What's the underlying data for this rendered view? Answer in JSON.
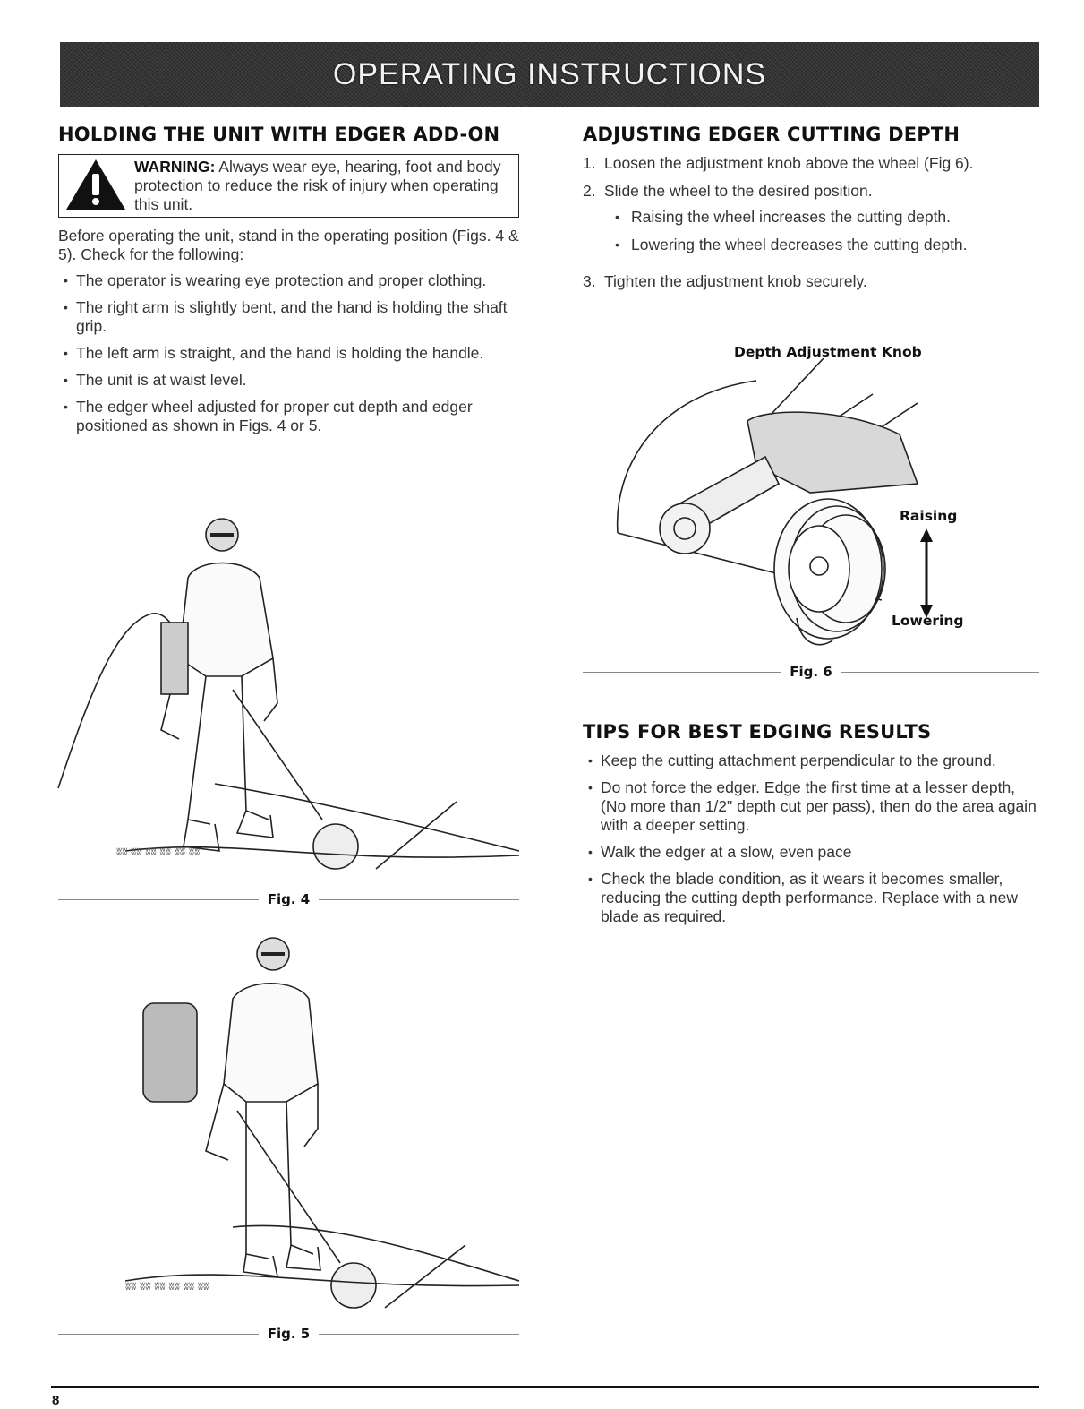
{
  "banner": {
    "title": "OPERATING INSTRUCTIONS"
  },
  "left": {
    "heading": "HOLDING THE UNIT WITH EDGER ADD-ON",
    "warning": {
      "label": "WARNING:",
      "text": " Always wear eye, hearing, foot and body protection to reduce the risk of injury when operating this unit."
    },
    "intro": "Before operating the unit, stand in the operating position (Figs. 4 & 5). Check for the following:",
    "bullets": [
      "The operator is wearing eye protection and proper clothing.",
      "The right arm is slightly bent, and the hand is holding the shaft grip.",
      "The left arm is straight, and the hand is holding the handle.",
      "The unit is at waist level.",
      "The edger wheel adjusted for proper cut depth and edger positioned as shown in Figs. 4 or 5."
    ],
    "fig4_caption": "Fig. 4",
    "fig5_caption": "Fig. 5"
  },
  "right": {
    "heading": "ADJUSTING EDGER CUTTING DEPTH",
    "steps": [
      {
        "num": "1.",
        "text": "Loosen the adjustment knob above the wheel (Fig 6)."
      },
      {
        "num": "2.",
        "text": "Slide the wheel to the desired position.",
        "sub": [
          "Raising the wheel increases the cutting depth.",
          "Lowering the wheel decreases the cutting depth."
        ]
      },
      {
        "num": "3.",
        "text": "Tighten the adjustment knob securely."
      }
    ],
    "fig6": {
      "knob_label": "Depth Adjustment Knob",
      "raising": "Raising",
      "lowering": "Lowering",
      "caption": "Fig. 6"
    },
    "tips_heading": "TIPS FOR BEST EDGING RESULTS",
    "tips": [
      "Keep the cutting attachment perpendicular to the ground.",
      "Do not force the edger. Edge the first time at a lesser depth,(No more than 1/2\" depth cut per pass), then do the area again with a deeper setting.",
      "Walk the edger at a slow, even pace",
      "Check the blade condition, as it wears it becomes smaller, reducing the cutting depth performance. Replace with a new blade as required."
    ]
  },
  "footer": {
    "page_number": "8"
  }
}
